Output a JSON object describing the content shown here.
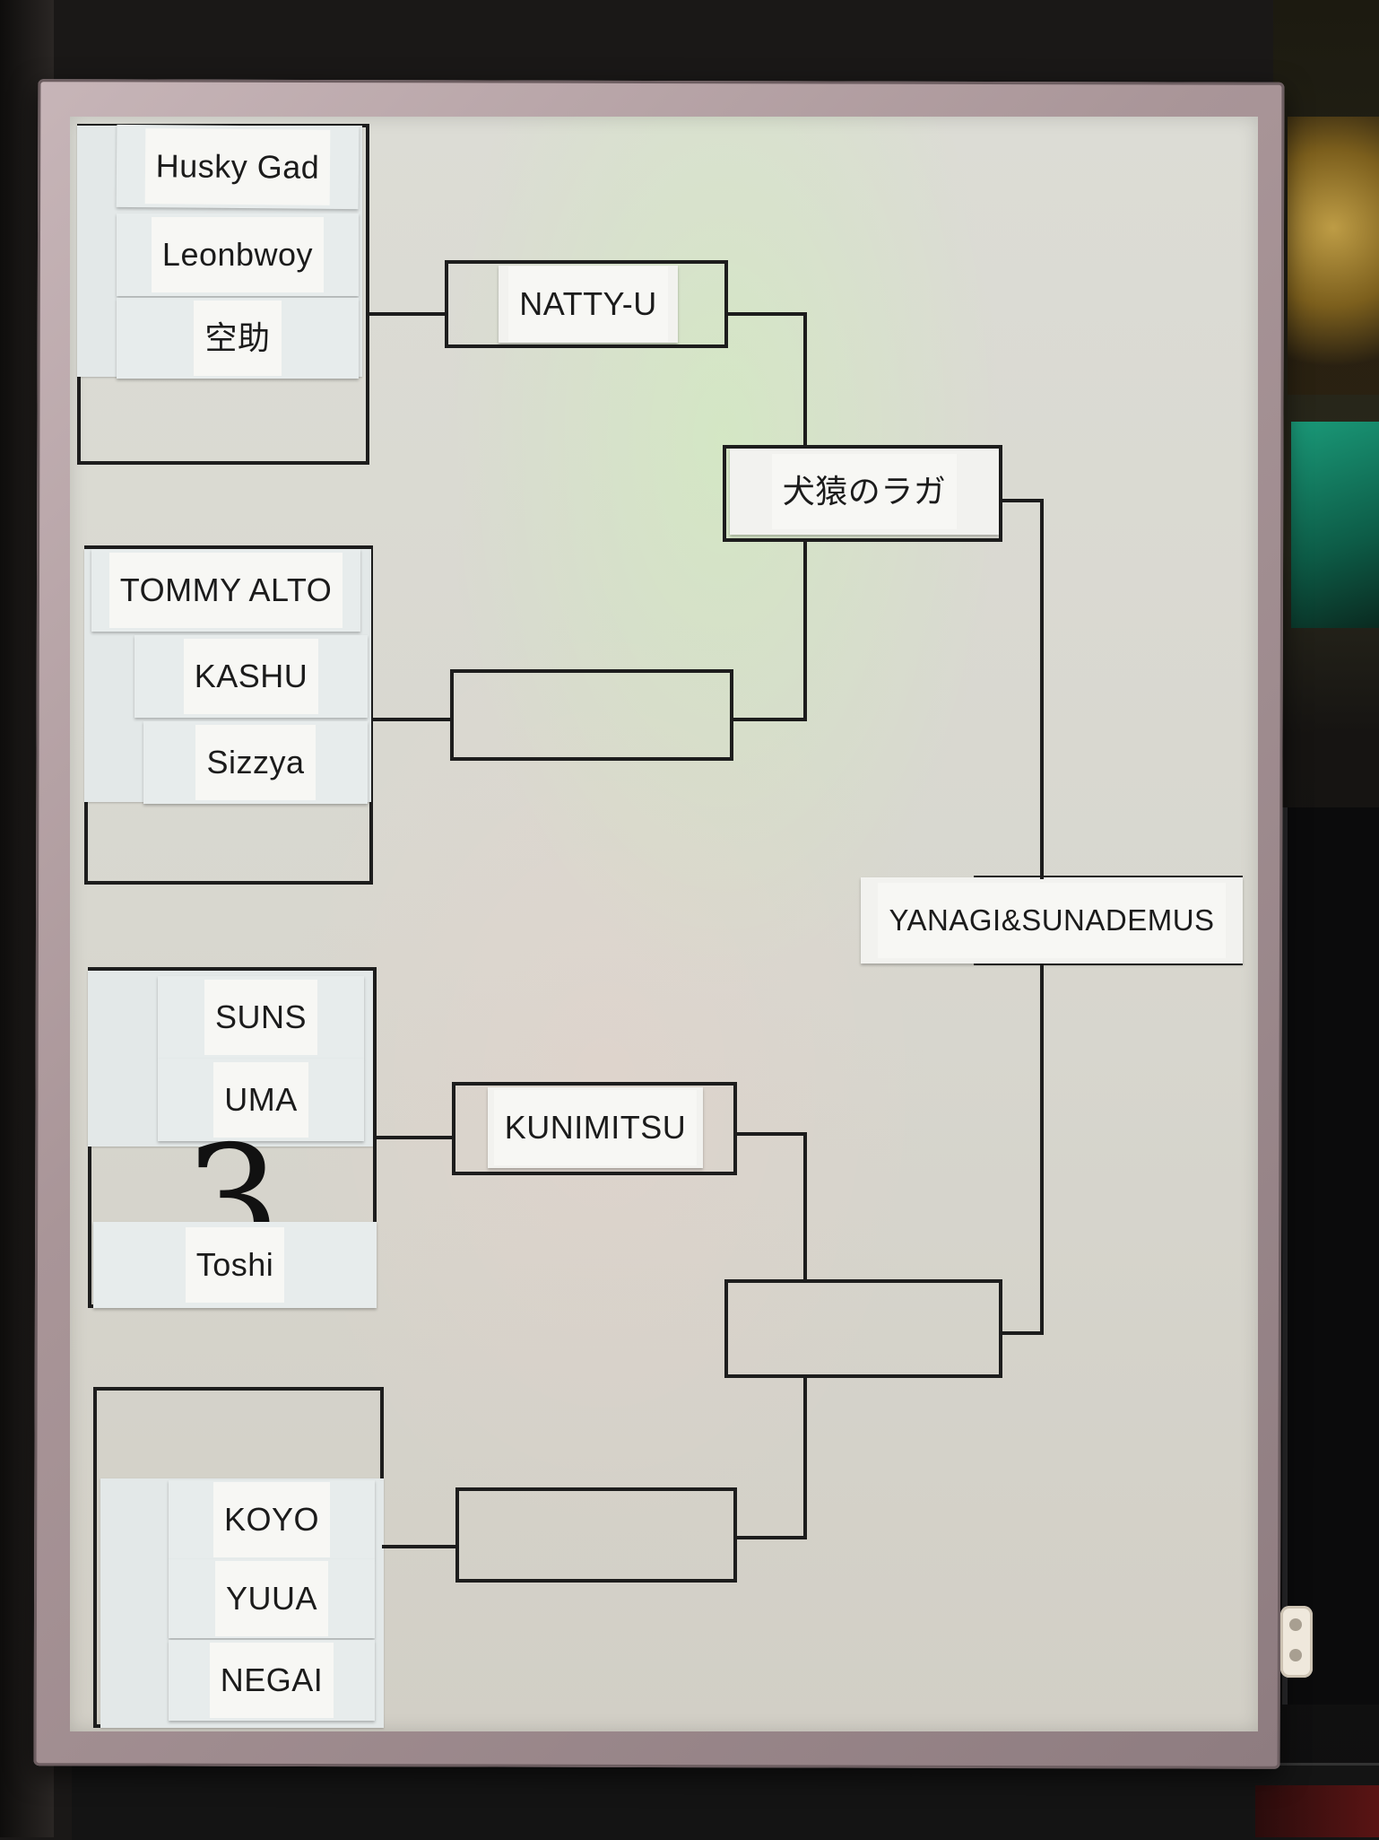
{
  "bracket": {
    "round1": {
      "group1": [
        "Husky Gad",
        "Leonbwoy",
        "空助"
      ],
      "group2": [
        "TOMMY ALTO",
        "KASHU",
        "Sizzya"
      ],
      "group3": [
        "SUNS",
        "UMA",
        "Toshi"
      ],
      "group4": [
        "KOYO",
        "YUUA",
        "NEGAI"
      ]
    },
    "round2": {
      "match1_winner": "NATTY-U",
      "match2_winner": "",
      "match3_winner": "KUNIMITSU",
      "match4_winner": ""
    },
    "semifinal": {
      "top_winner": "犬猿のラガ",
      "bottom_winner": ""
    },
    "final": {
      "winner": "YANAGI&SUNADEMUS"
    }
  },
  "colors": {
    "board": "#d9d8d0",
    "frame": "#b3a1a4",
    "ink": "#1c1c1c",
    "card": "#f2f2ef"
  }
}
